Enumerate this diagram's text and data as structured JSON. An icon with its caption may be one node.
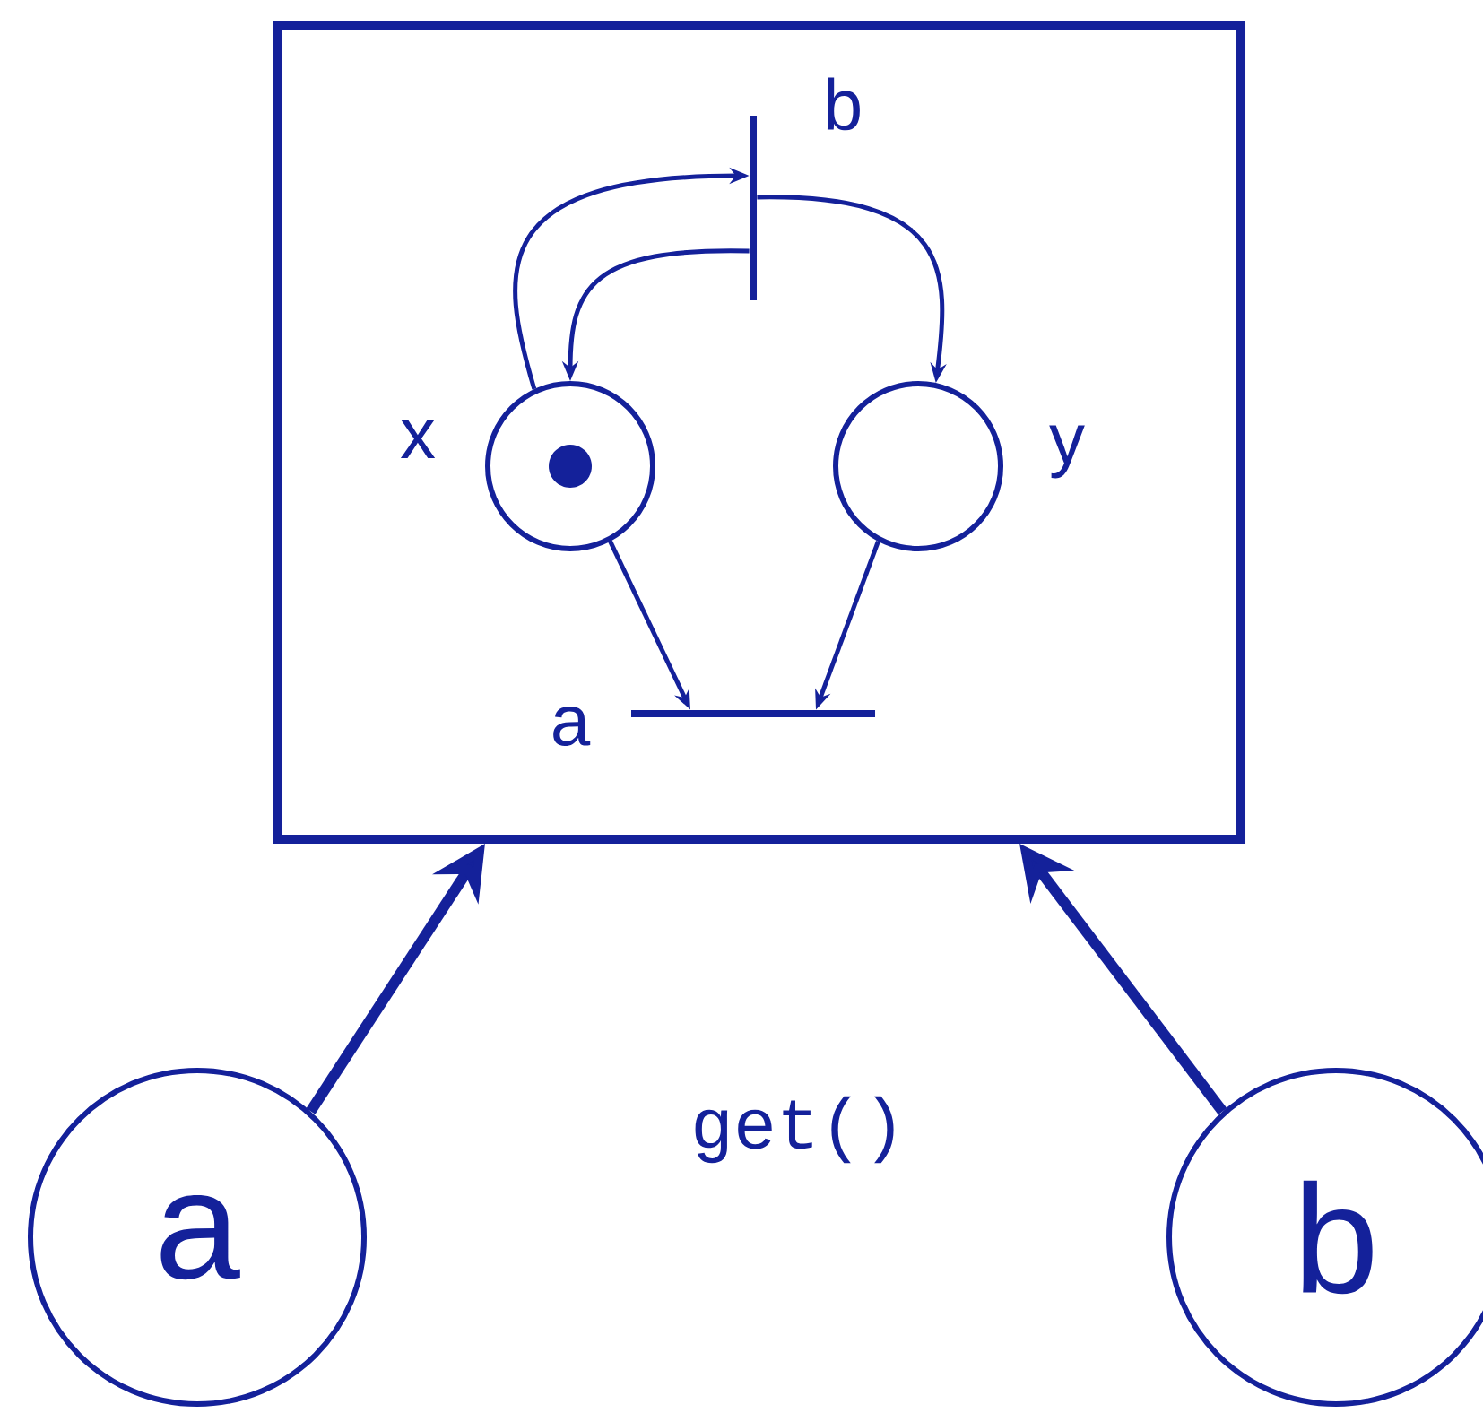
{
  "diagram": {
    "nodes": [
      {
        "text": [],
        "shape": "box"
      },
      {
        "text": [],
        "shape": "bar",
        "beside": [
          "b"
        ],
        "in": 0
      },
      {
        "text": [],
        "shape": "circle",
        "beside": [
          "x"
        ],
        "in": 0
      },
      {
        "text": [],
        "shape": "circle",
        "beside": [
          "y"
        ],
        "in": 0
      },
      {
        "text": [],
        "shape": "bar",
        "beside": [
          "a"
        ],
        "in": 0
      },
      {
        "text": [
          "a"
        ]
      },
      {
        "text": [
          "b"
        ]
      }
    ],
    "edges": [
      {
        "from": 2,
        "to": 1,
        "arrow": "to"
      },
      {
        "from": 1,
        "to": 2,
        "arrow": "to"
      },
      {
        "from": 1,
        "to": 3,
        "arrow": "to"
      },
      {
        "from": 2,
        "to": 4,
        "arrow": "to"
      },
      {
        "from": 3,
        "to": 4,
        "arrow": "to"
      },
      {
        "from": 5,
        "to": 0,
        "arrow": "to",
        "style": "thick"
      },
      {
        "from": 6,
        "to": 0,
        "arrow": "to",
        "style": "thick"
      }
    ],
    "labels": [
      "get()"
    ]
  }
}
